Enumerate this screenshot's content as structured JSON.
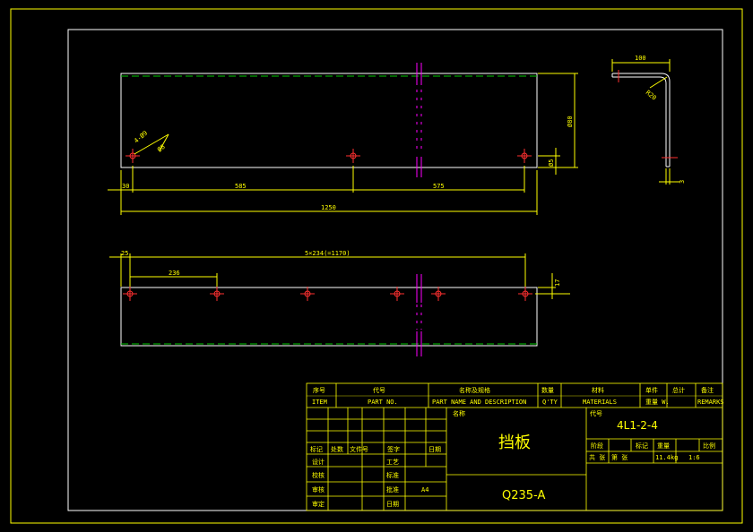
{
  "colors": {
    "background": "#000000",
    "border": "#ffff00",
    "frame": "#ffffff",
    "dimension": "#ffff00",
    "hidden_line": "#00c800",
    "center_mark": "#ff3030",
    "break_line": "#ff00ff"
  },
  "top_view": {
    "hole_callout_1": "4-Ø9",
    "hole_callout_2": "Ø8",
    "dim_edge": "30",
    "dim_pitch_1": "585",
    "dim_pitch_2": "575",
    "dim_total": "1250",
    "dim_height": "Ø80",
    "dim_bottom": "Ø5"
  },
  "side_view": {
    "dim_flange": "100",
    "dim_radius": "R20",
    "dim_thickness": "3"
  },
  "bottom_view": {
    "dim_edge": "25",
    "dim_pitch": "236",
    "dim_pattern": "5×234(=1170)",
    "dim_offset": "17"
  },
  "title_block": {
    "header": {
      "seq": "序号",
      "seq_en": "ITEM",
      "code": "代号",
      "code_en": "PART NO.",
      "name": "名称及规格",
      "name_en": "PART NAME AND DESCRIPTION",
      "qty": "数量",
      "qty_en": "Q'TY",
      "material": "材料",
      "material_en": "MATERIALS",
      "unit_w": "单件",
      "total_w": "总计",
      "weight_en": "重量 W.",
      "remarks": "备注",
      "remarks_en": "REMARKS"
    },
    "rev_headers": {
      "mark": "标记",
      "count": "处数",
      "doc_no": "文件号",
      "sign": "签字",
      "date": "日期"
    },
    "roles": {
      "design": "设计",
      "draw": "校核",
      "check": "审核",
      "approve": "审定",
      "process": "工艺",
      "standard": "标准",
      "stamp": "批准",
      "date": "日期",
      "paper": "A4"
    },
    "part_name": "挡板",
    "material": "Q235-A",
    "drawing_no": "4L1-2-4",
    "small_cap_1": "名称",
    "small_cap_2": "代号",
    "stage_header": {
      "stage": "阶段",
      "mark": "标记",
      "weight": "重量",
      "scale": "比例"
    },
    "sheet": "共   张",
    "sheet_of": "第   张",
    "weight_val": "11.4kg",
    "scale_val": "1:6"
  }
}
